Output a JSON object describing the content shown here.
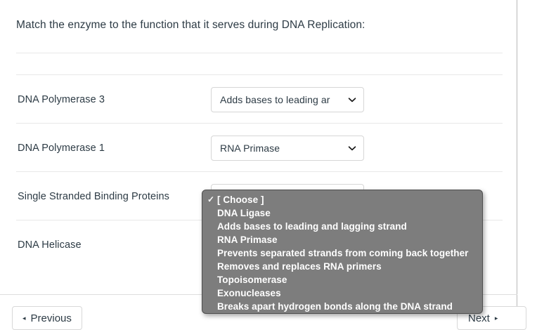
{
  "question": {
    "prompt": "Match the enzyme to the function that it serves during DNA Replication:"
  },
  "rows": [
    {
      "label": "DNA Polymerase 3",
      "selected": "Adds bases to leading ar",
      "chevron_icon": "chevron-down-icon"
    },
    {
      "label": "DNA Polymerase 1",
      "selected": "RNA Primase",
      "chevron_icon": "chevron-down-icon"
    },
    {
      "label": "Single Stranded Binding Proteins",
      "selected": "[ Choose ]",
      "chevron_icon": "chevron-down-icon"
    },
    {
      "label": "DNA Helicase",
      "selected": "[ Choose ]",
      "chevron_icon": "chevron-down-icon"
    }
  ],
  "dropdown": {
    "open_for_row": 2,
    "checked_index": 0,
    "check_glyph": "✓",
    "background_color": "#7d7d7d",
    "text_color": "#ffffff",
    "options": [
      "[ Choose ]",
      "DNA Ligase",
      "Adds bases to leading and lagging strand",
      "RNA Primase",
      "Prevents separated strands from coming back together",
      "Removes and replaces RNA primers",
      "Topoisomerase",
      "Exonucleases",
      "Breaks apart hydrogen bonds along the DNA strand"
    ]
  },
  "navigation": {
    "previous_label": "Previous",
    "previous_icon": "triangle-left-icon",
    "previous_glyph": "◂",
    "next_label": "Next",
    "next_icon": "triangle-right-icon",
    "next_glyph": "▸"
  }
}
